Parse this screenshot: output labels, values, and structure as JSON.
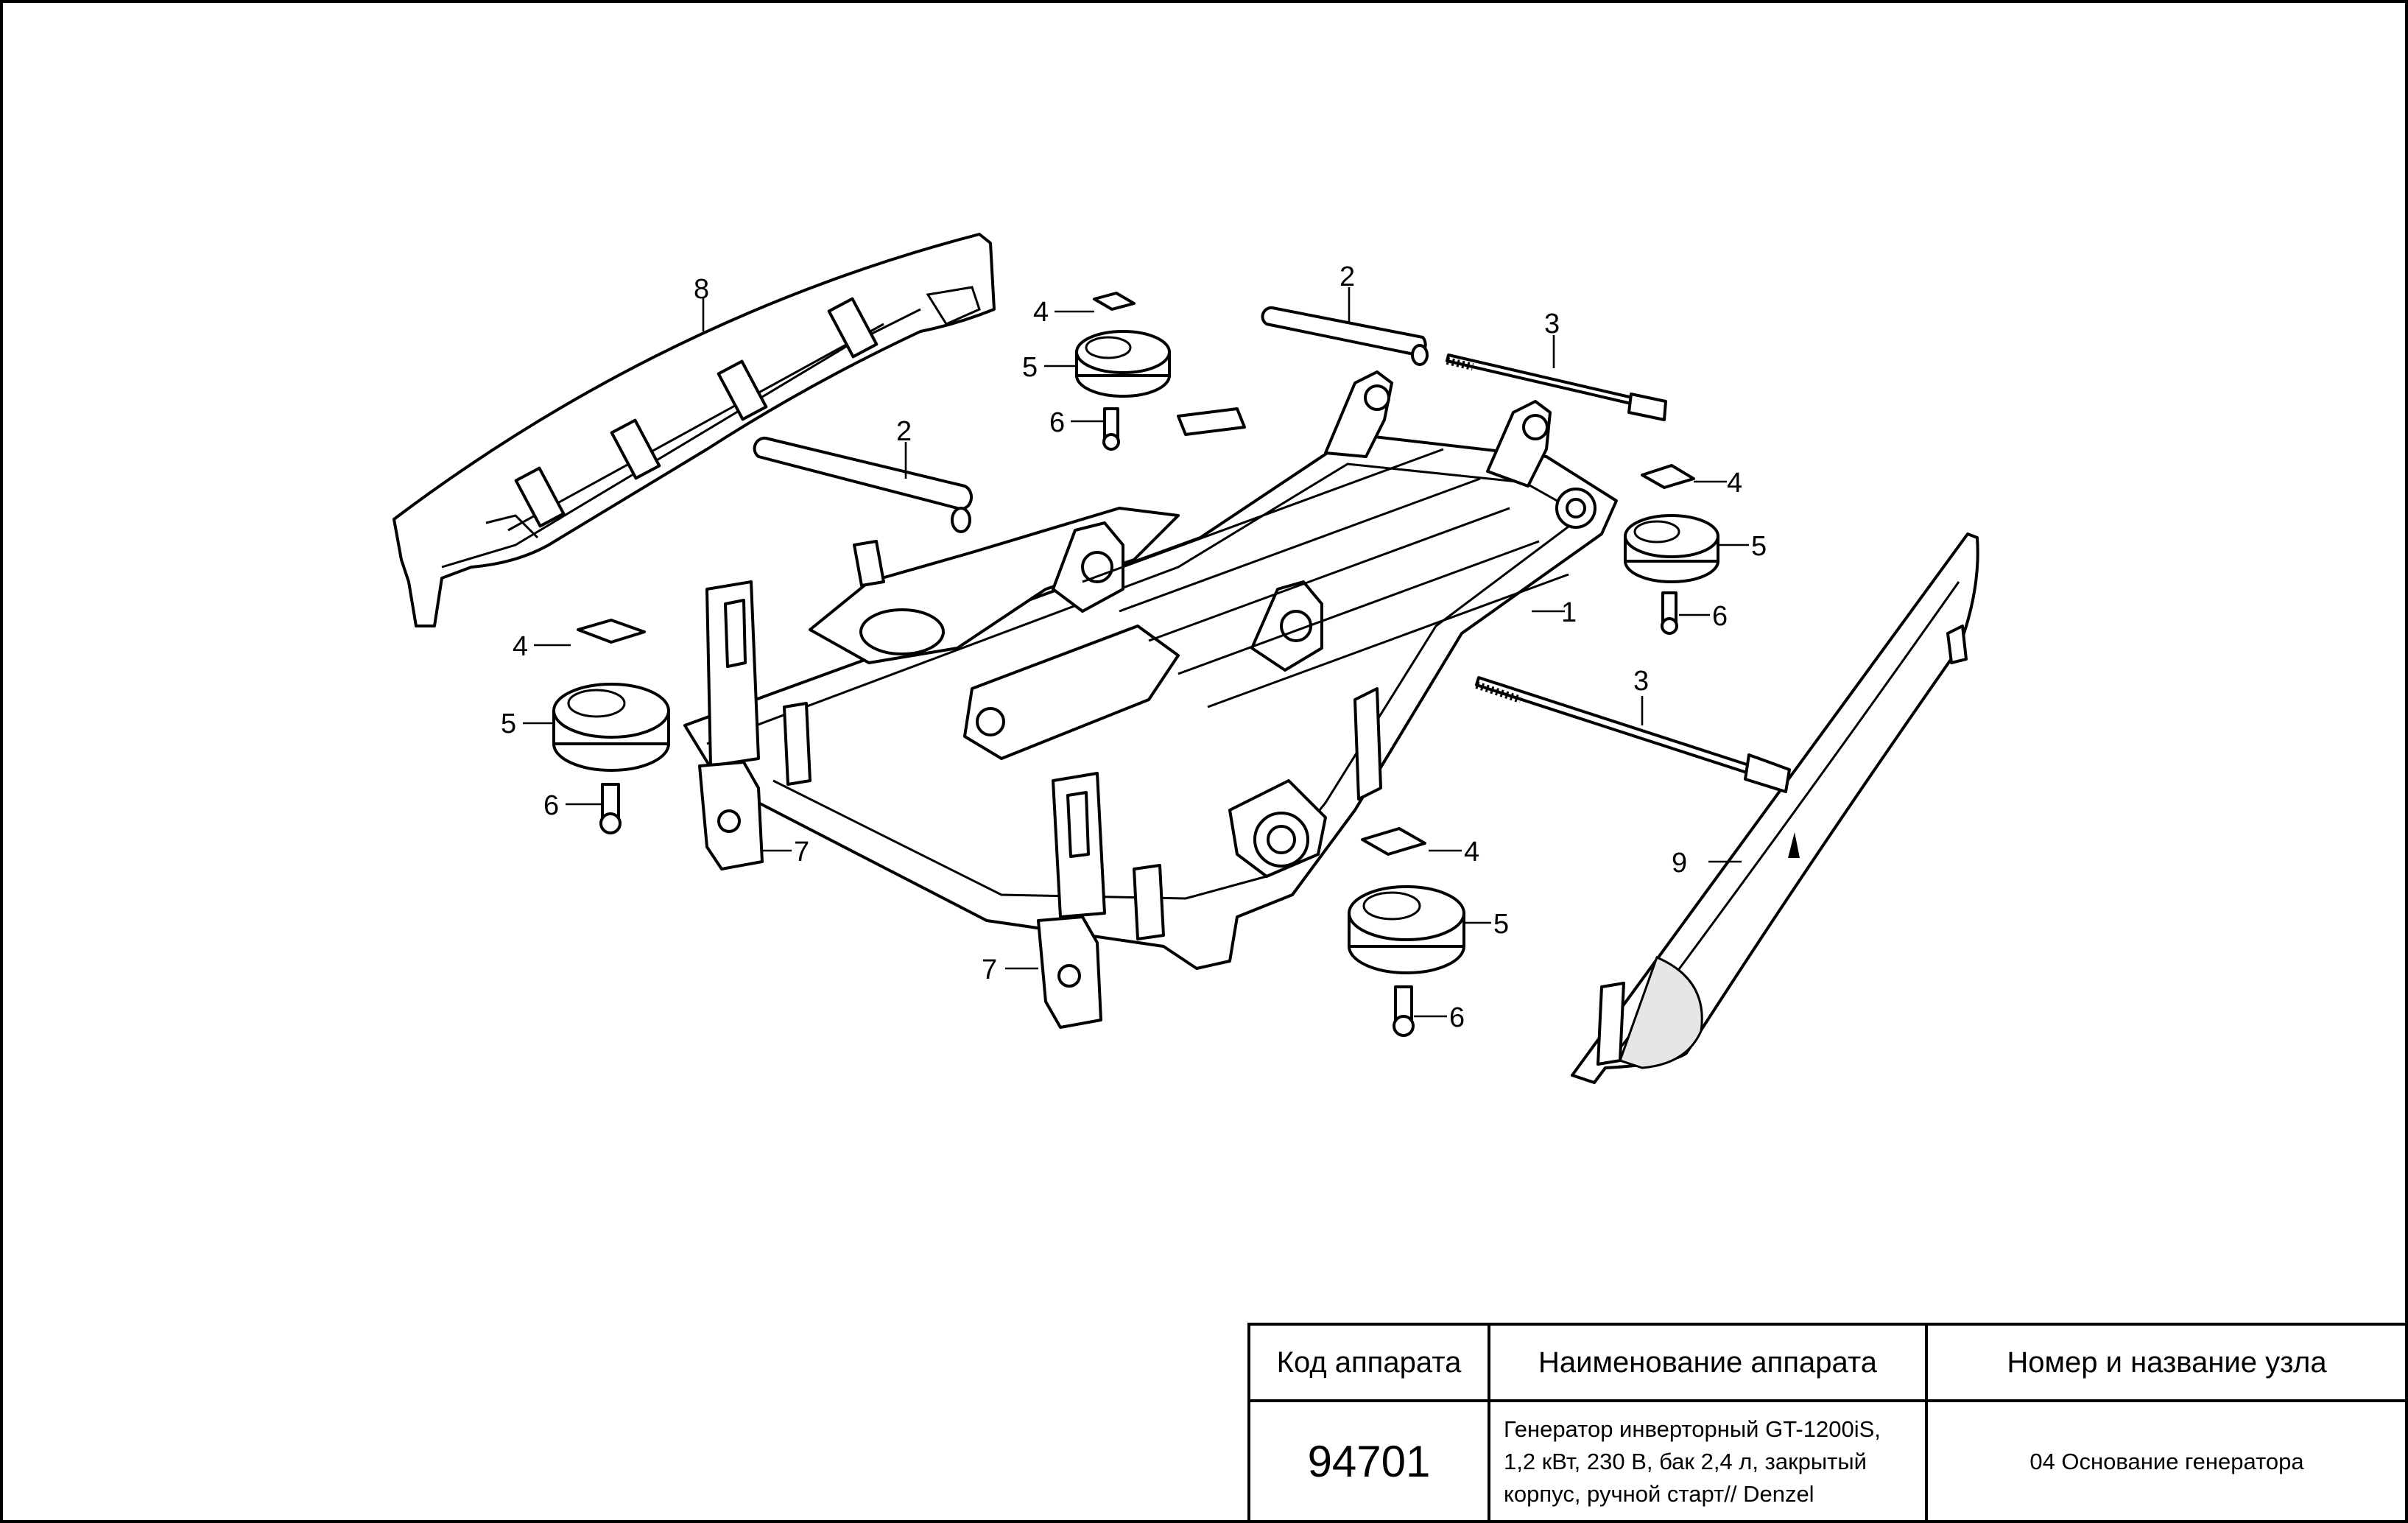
{
  "callouts": [
    {
      "id": "c8",
      "text": "8"
    },
    {
      "id": "c4a",
      "text": "4"
    },
    {
      "id": "c5a",
      "text": "5"
    },
    {
      "id": "c6a",
      "text": "6"
    },
    {
      "id": "c2a",
      "text": "2"
    },
    {
      "id": "c3a",
      "text": "3"
    },
    {
      "id": "c2b",
      "text": "2"
    },
    {
      "id": "c4b",
      "text": "4"
    },
    {
      "id": "c5b",
      "text": "5"
    },
    {
      "id": "c6b",
      "text": "6"
    },
    {
      "id": "c1",
      "text": "1"
    },
    {
      "id": "c4c",
      "text": "4"
    },
    {
      "id": "c5c",
      "text": "5"
    },
    {
      "id": "c6c",
      "text": "6"
    },
    {
      "id": "c7a",
      "text": "7"
    },
    {
      "id": "c3b",
      "text": "3"
    },
    {
      "id": "c9",
      "text": "9"
    },
    {
      "id": "c4d",
      "text": "4"
    },
    {
      "id": "c5d",
      "text": "5"
    },
    {
      "id": "c6d",
      "text": "6"
    },
    {
      "id": "c7b",
      "text": "7"
    }
  ],
  "title_block": {
    "headers": {
      "code": "Код аппарата",
      "name": "Наименование аппарата",
      "unit": "Номер и название узла"
    },
    "code": "94701",
    "name_lines": [
      "Генератор инверторный GT-1200iS,",
      "1,2 кВт, 230 В, бак 2,4 л, закрытый",
      "корпус, ручной старт// Denzel"
    ],
    "unit": "04 Основание генератора"
  }
}
